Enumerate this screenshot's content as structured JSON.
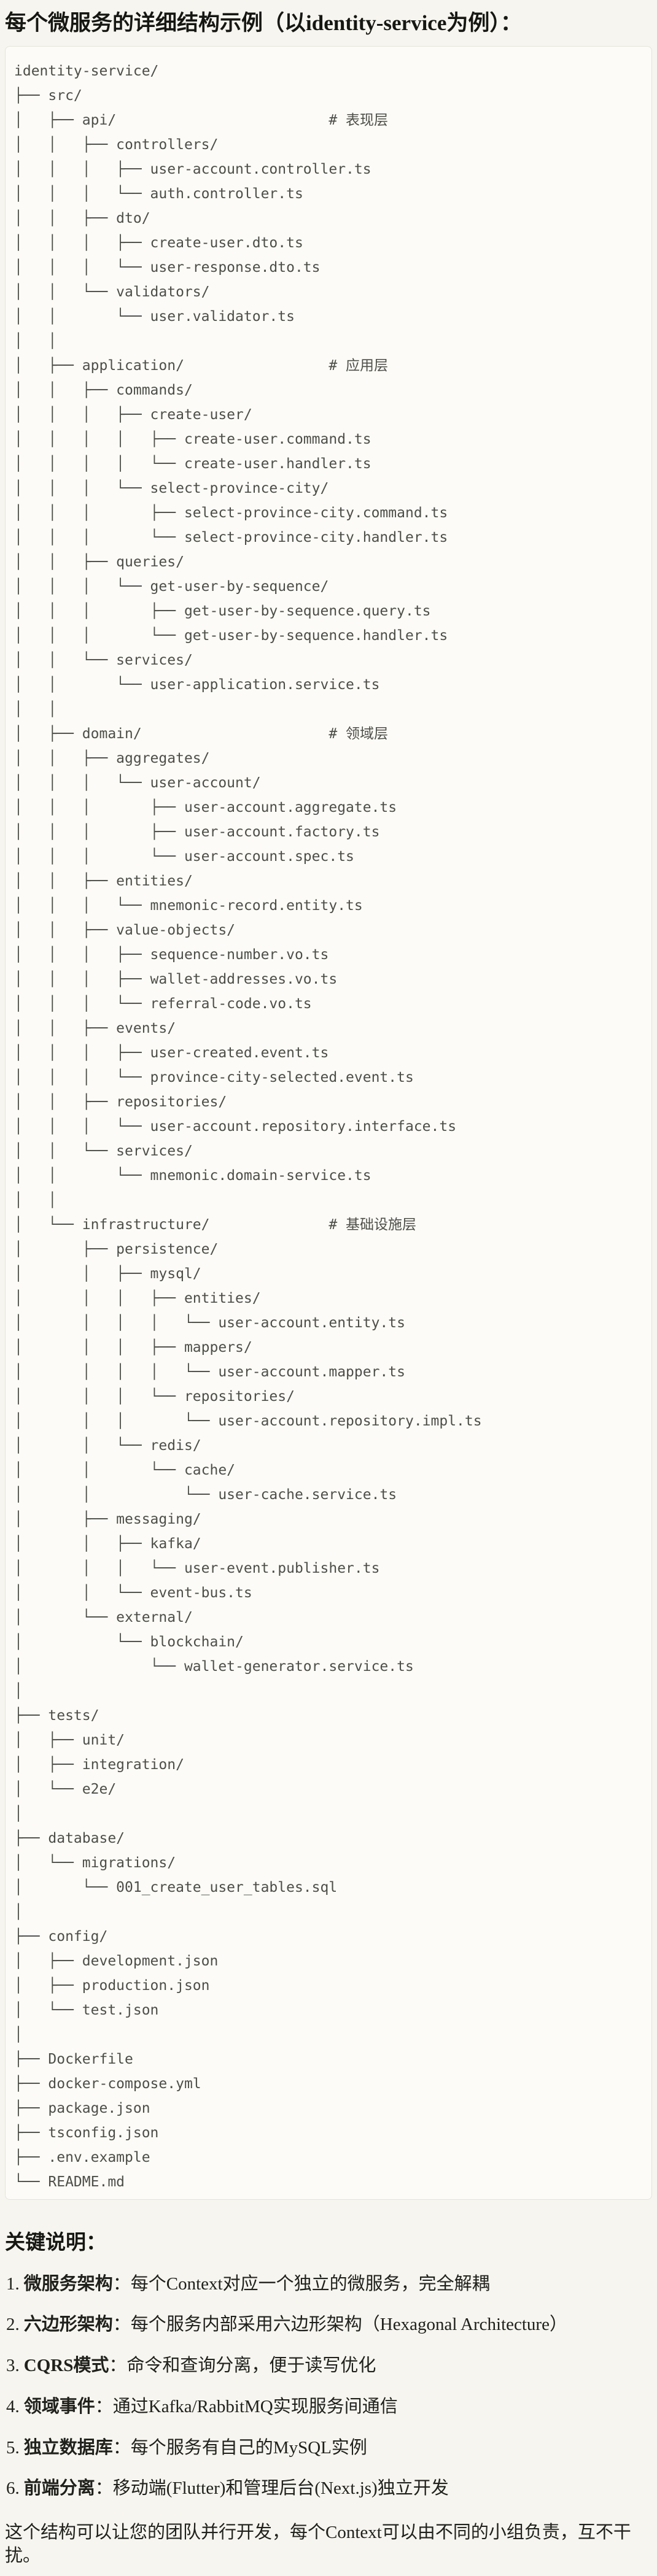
{
  "title": "每个微服务的详细结构示例（以identity-service为例）：",
  "tree": {
    "lines": [
      "identity-service/",
      "├── src/",
      "│   ├── api/                         # 表现层",
      "│   │   ├── controllers/",
      "│   │   │   ├── user-account.controller.ts",
      "│   │   │   └── auth.controller.ts",
      "│   │   ├── dto/",
      "│   │   │   ├── create-user.dto.ts",
      "│   │   │   └── user-response.dto.ts",
      "│   │   └── validators/",
      "│   │       └── user.validator.ts",
      "│   │",
      "│   ├── application/                 # 应用层",
      "│   │   ├── commands/",
      "│   │   │   ├── create-user/",
      "│   │   │   │   ├── create-user.command.ts",
      "│   │   │   │   └── create-user.handler.ts",
      "│   │   │   └── select-province-city/",
      "│   │   │       ├── select-province-city.command.ts",
      "│   │   │       └── select-province-city.handler.ts",
      "│   │   ├── queries/",
      "│   │   │   └── get-user-by-sequence/",
      "│   │   │       ├── get-user-by-sequence.query.ts",
      "│   │   │       └── get-user-by-sequence.handler.ts",
      "│   │   └── services/",
      "│   │       └── user-application.service.ts",
      "│   │",
      "│   ├── domain/                      # 领域层",
      "│   │   ├── aggregates/",
      "│   │   │   └── user-account/",
      "│   │   │       ├── user-account.aggregate.ts",
      "│   │   │       ├── user-account.factory.ts",
      "│   │   │       └── user-account.spec.ts",
      "│   │   ├── entities/",
      "│   │   │   └── mnemonic-record.entity.ts",
      "│   │   ├── value-objects/",
      "│   │   │   ├── sequence-number.vo.ts",
      "│   │   │   ├── wallet-addresses.vo.ts",
      "│   │   │   └── referral-code.vo.ts",
      "│   │   ├── events/",
      "│   │   │   ├── user-created.event.ts",
      "│   │   │   └── province-city-selected.event.ts",
      "│   │   ├── repositories/",
      "│   │   │   └── user-account.repository.interface.ts",
      "│   │   └── services/",
      "│   │       └── mnemonic.domain-service.ts",
      "│   │",
      "│   └── infrastructure/              # 基础设施层",
      "│       ├── persistence/",
      "│       │   ├── mysql/",
      "│       │   │   ├── entities/",
      "│       │   │   │   └── user-account.entity.ts",
      "│       │   │   ├── mappers/",
      "│       │   │   │   └── user-account.mapper.ts",
      "│       │   │   └── repositories/",
      "│       │   │       └── user-account.repository.impl.ts",
      "│       │   └── redis/",
      "│       │       └── cache/",
      "│       │           └── user-cache.service.ts",
      "│       ├── messaging/",
      "│       │   ├── kafka/",
      "│       │   │   └── user-event.publisher.ts",
      "│       │   └── event-bus.ts",
      "│       └── external/",
      "│           └── blockchain/",
      "│               └── wallet-generator.service.ts",
      "│",
      "├── tests/",
      "│   ├── unit/",
      "│   ├── integration/",
      "│   └── e2e/",
      "│",
      "├── database/",
      "│   └── migrations/",
      "│       └── 001_create_user_tables.sql",
      "│",
      "├── config/",
      "│   ├── development.json",
      "│   ├── production.json",
      "│   └── test.json",
      "│",
      "├── Dockerfile",
      "├── docker-compose.yml",
      "├── package.json",
      "├── tsconfig.json",
      "├── .env.example",
      "└── README.md"
    ]
  },
  "notes": {
    "heading": "关键说明：",
    "items": [
      {
        "num": "1.",
        "term": "微服务架构",
        "colon": "：",
        "desc": "每个Context对应一个独立的微服务，完全解耦"
      },
      {
        "num": "2.",
        "term": "六边形架构",
        "colon": "：",
        "desc": "每个服务内部采用六边形架构（Hexagonal Architecture）"
      },
      {
        "num": "3.",
        "term": "CQRS模式",
        "colon": "：",
        "desc": "命令和查询分离，便于读写优化"
      },
      {
        "num": "4.",
        "term": "领域事件",
        "colon": "：",
        "desc": "通过Kafka/RabbitMQ实现服务间通信"
      },
      {
        "num": "5.",
        "term": "独立数据库",
        "colon": "：",
        "desc": "每个服务有自己的MySQL实例"
      },
      {
        "num": "6.",
        "term": "前端分离",
        "colon": "：",
        "desc": "移动端(Flutter)和管理后台(Next.js)独立开发"
      }
    ]
  },
  "footer": "这个结构可以让您的团队并行开发，每个Context可以由不同的小组负责，互不干扰。",
  "colors": {
    "page_bg": "#f6f5ef",
    "code_bg": "#fcfbf7",
    "code_border": "#e5e3da",
    "tree_text": "#4e4e49",
    "body_text": "#20201c"
  }
}
